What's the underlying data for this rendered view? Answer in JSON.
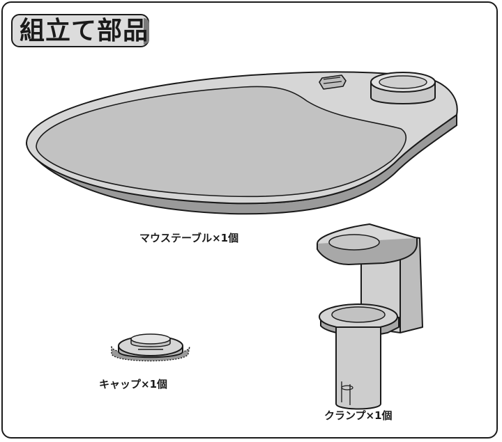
{
  "title": "組立て部品",
  "parts": [
    {
      "id": "mouse-table",
      "label": "マウステーブル×1個"
    },
    {
      "id": "clamp",
      "label": "クランプ×1個"
    },
    {
      "id": "cap",
      "label": "キャップ×1個"
    }
  ],
  "colors": {
    "line": "#1a1a1a",
    "surface": "#c8c8c8",
    "edge": "#9a9a9a",
    "tab": "#dcdcdc"
  }
}
